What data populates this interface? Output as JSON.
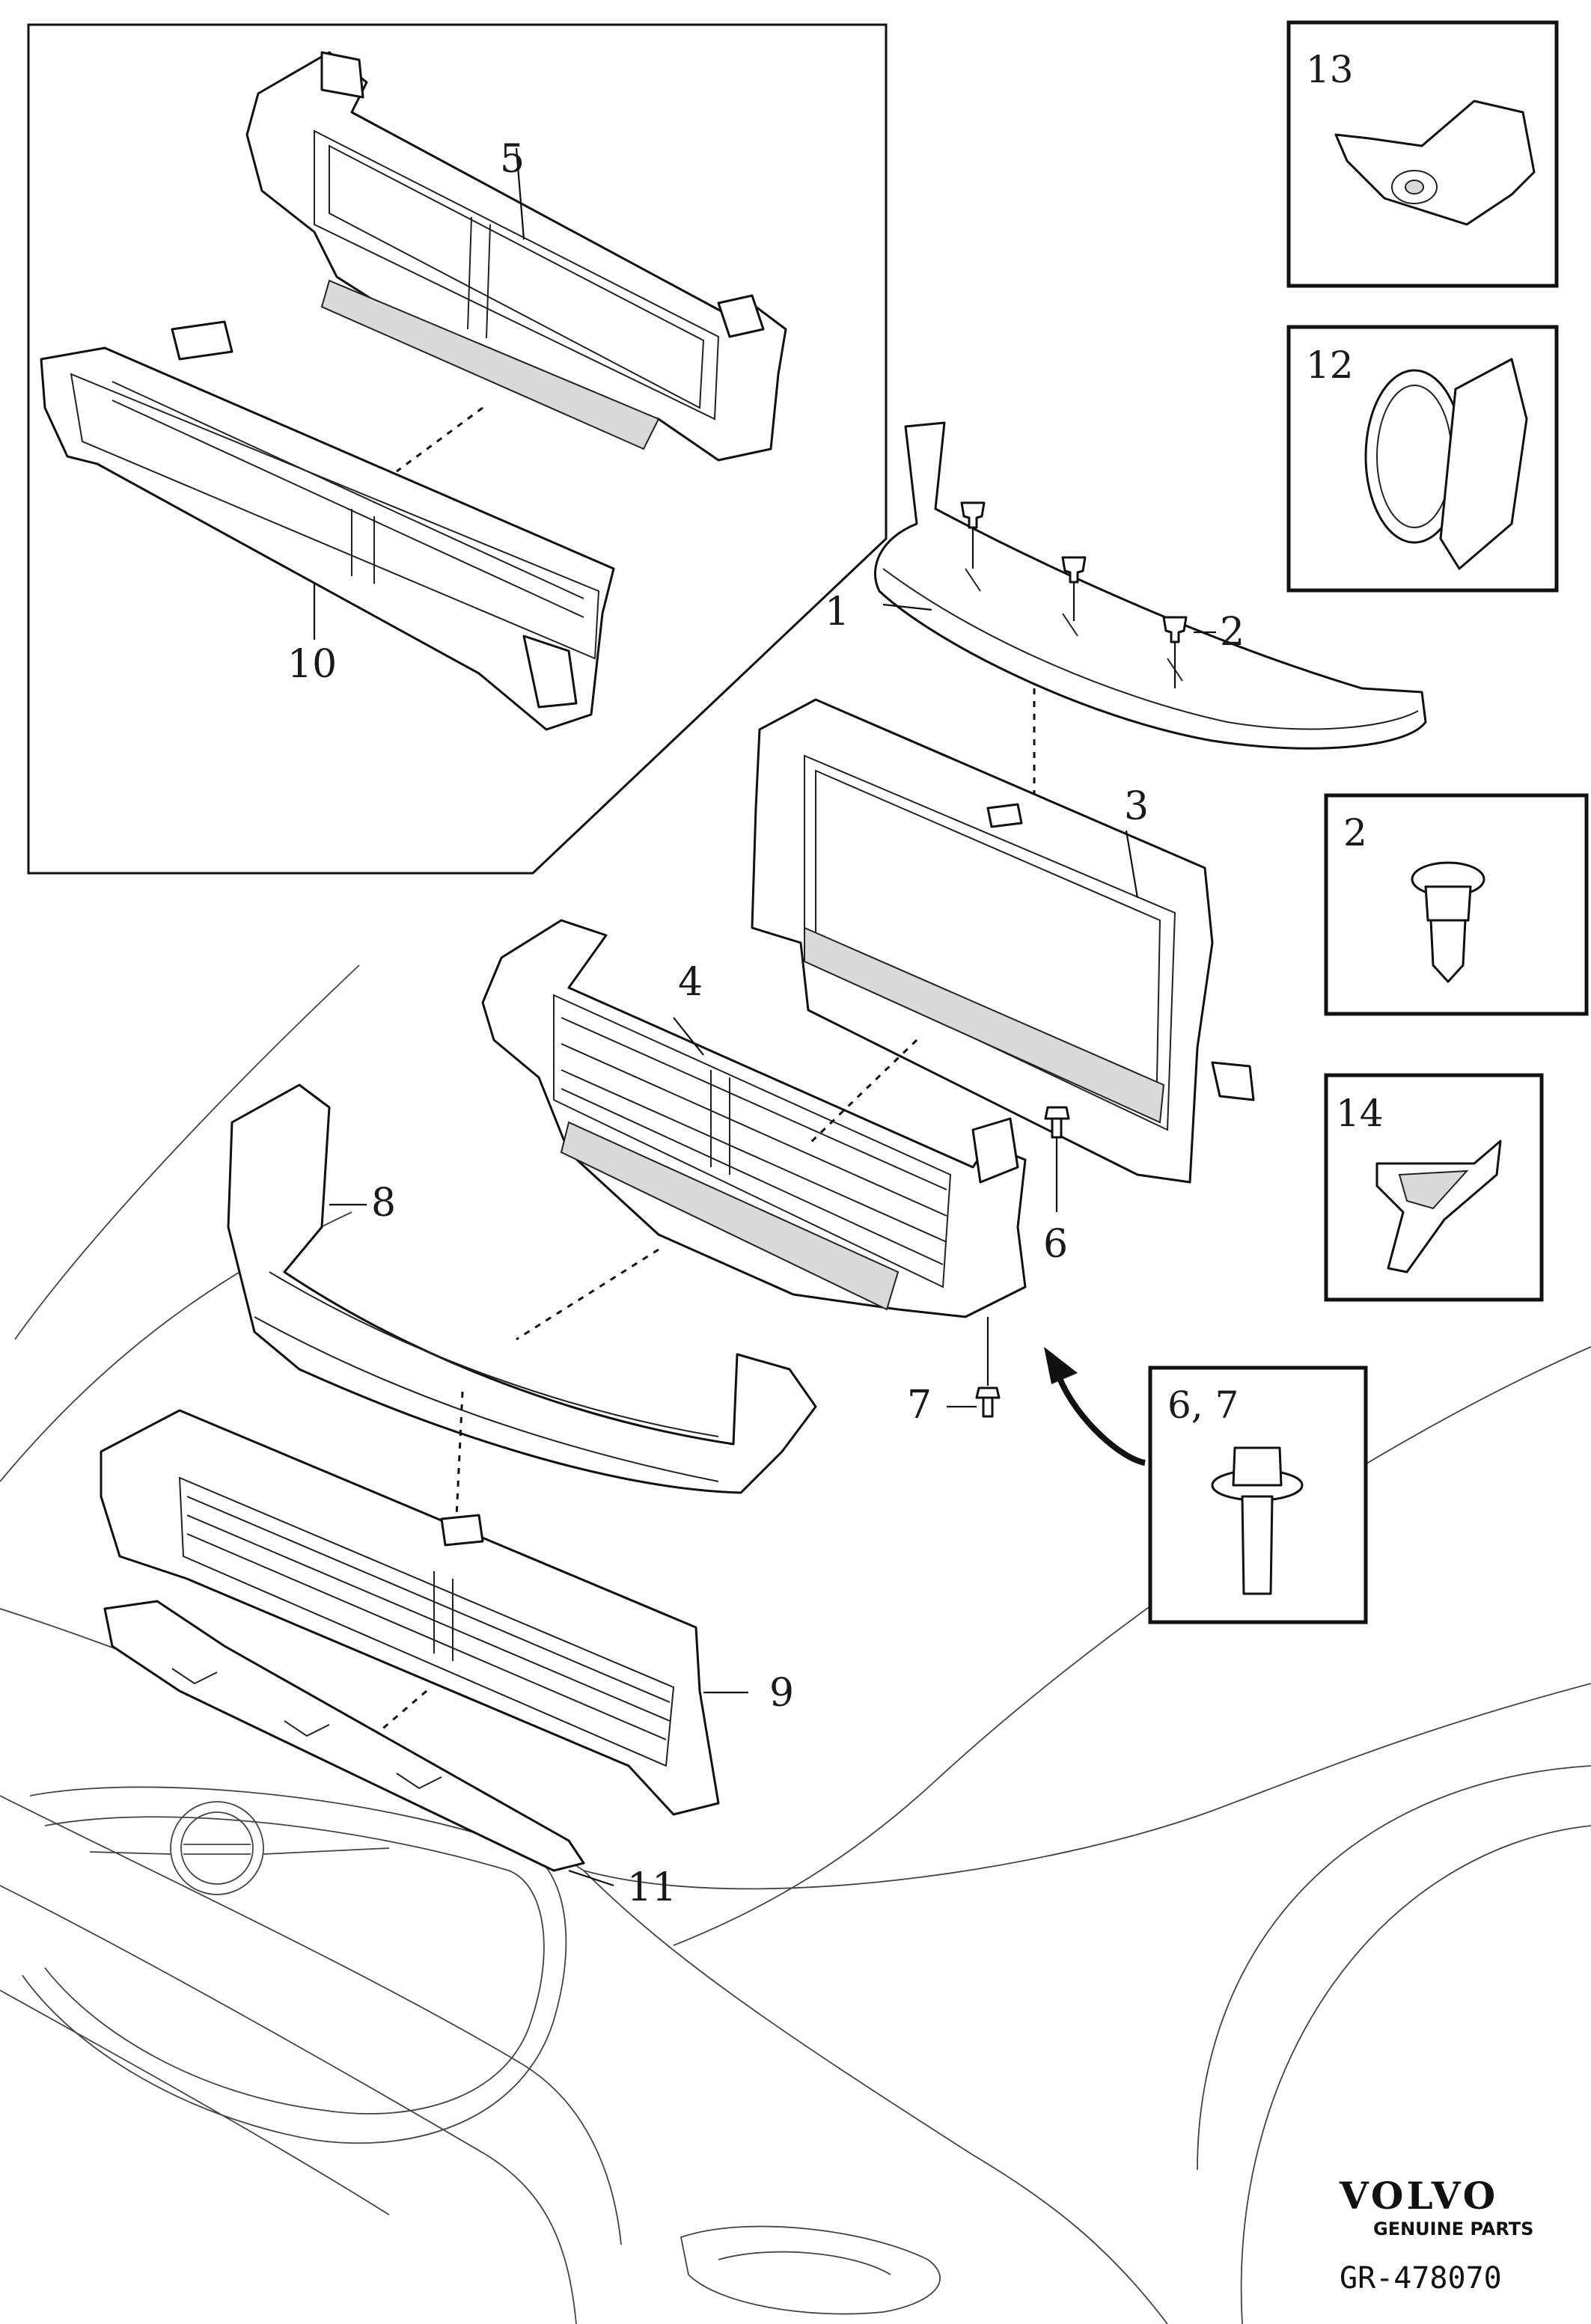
{
  "callouts": {
    "p1": "1",
    "p2": "2",
    "p3": "3",
    "p4": "4",
    "p5": "5",
    "p6": "6",
    "p7": "7",
    "p8": "8",
    "p9": "9",
    "p10": "10",
    "p11": "11"
  },
  "detail_boxes": {
    "box13": "13",
    "box12": "12",
    "box2": "2",
    "box14": "14",
    "box67": "6, 7"
  },
  "brand": {
    "name": "VOLVO",
    "tagline": "GENUINE PARTS"
  },
  "reference": "GR-478070"
}
